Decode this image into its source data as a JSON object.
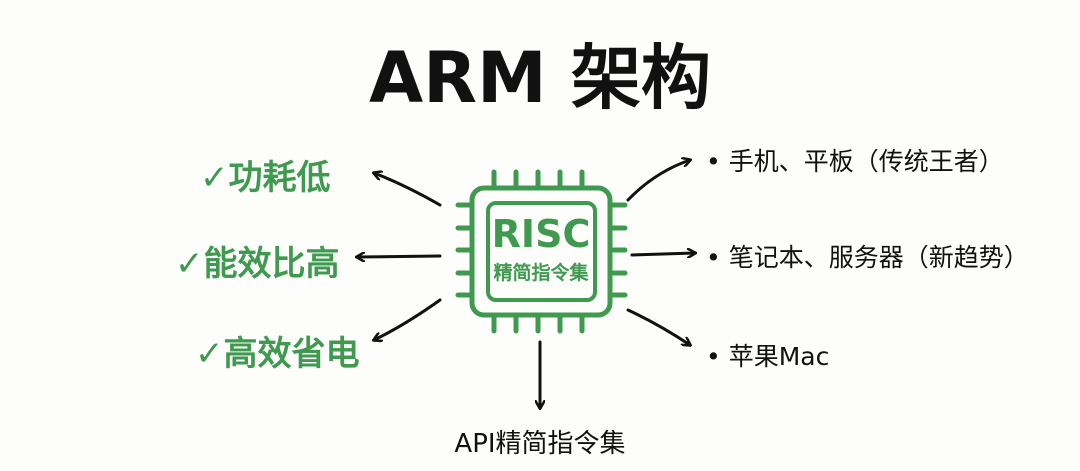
{
  "title": "ARM 架构",
  "colors": {
    "accent": "#3f9a4f",
    "text": "#111111"
  },
  "chip": {
    "label": "RISC",
    "sublabel": "精简指令集"
  },
  "advantages": [
    {
      "check": "✓",
      "label": "功耗低"
    },
    {
      "check": "✓",
      "label": "能效比高"
    },
    {
      "check": "✓",
      "label": "高效省电"
    }
  ],
  "uses": [
    {
      "bullet": "•",
      "label": "手机、平板（传统王者）"
    },
    {
      "bullet": "•",
      "label": "笔记本、服务器（新趋势）"
    },
    {
      "bullet": "•",
      "label": "苹果Mac"
    }
  ],
  "bottom_label": "API精简指令集"
}
